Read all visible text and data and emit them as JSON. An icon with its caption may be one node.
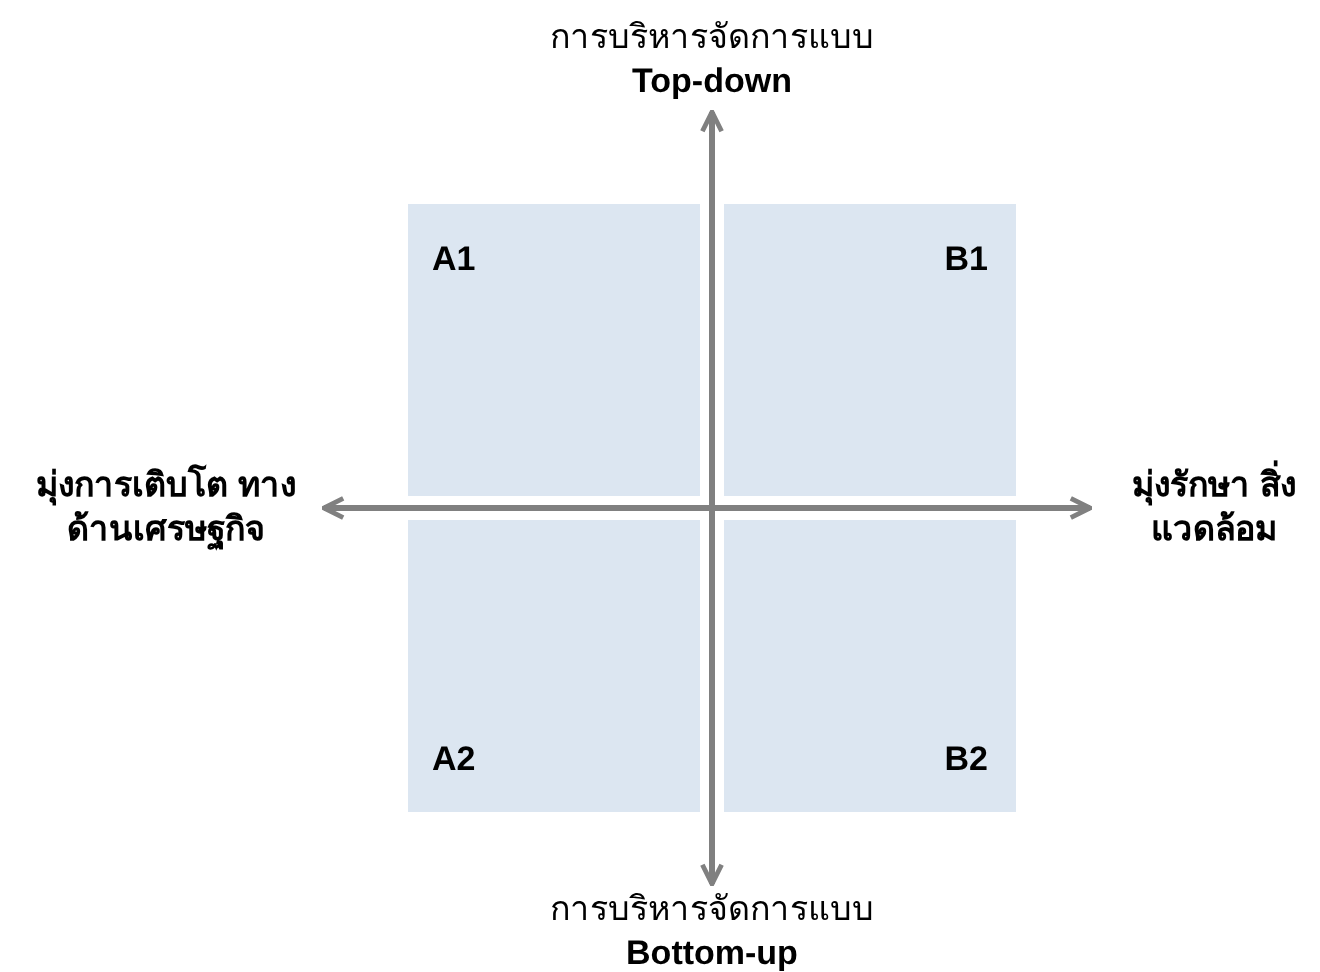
{
  "diagram": {
    "nodes": [
      {
        "text": [
          "การบริหารจัดการแบบ",
          "Top-down"
        ]
      },
      {
        "text": [
          "A1"
        ]
      },
      {
        "text": [
          "B1"
        ]
      },
      {
        "text": [
          "มุ่งการเติบโต ทางด้านเศรษฐกิจ"
        ]
      },
      {
        "text": [
          "มุ่งรักษา สิ่งแวดล้อม"
        ]
      },
      {
        "text": [
          "A2"
        ]
      },
      {
        "text": [
          "B2"
        ]
      },
      {
        "text": [
          "การบริหารจัดการแบบ",
          "Bottom-up"
        ]
      }
    ],
    "edges": [
      {
        "from": 7,
        "to": 0,
        "arrow": "both"
      },
      {
        "from": 3,
        "to": 4,
        "arrow": "both"
      }
    ]
  }
}
